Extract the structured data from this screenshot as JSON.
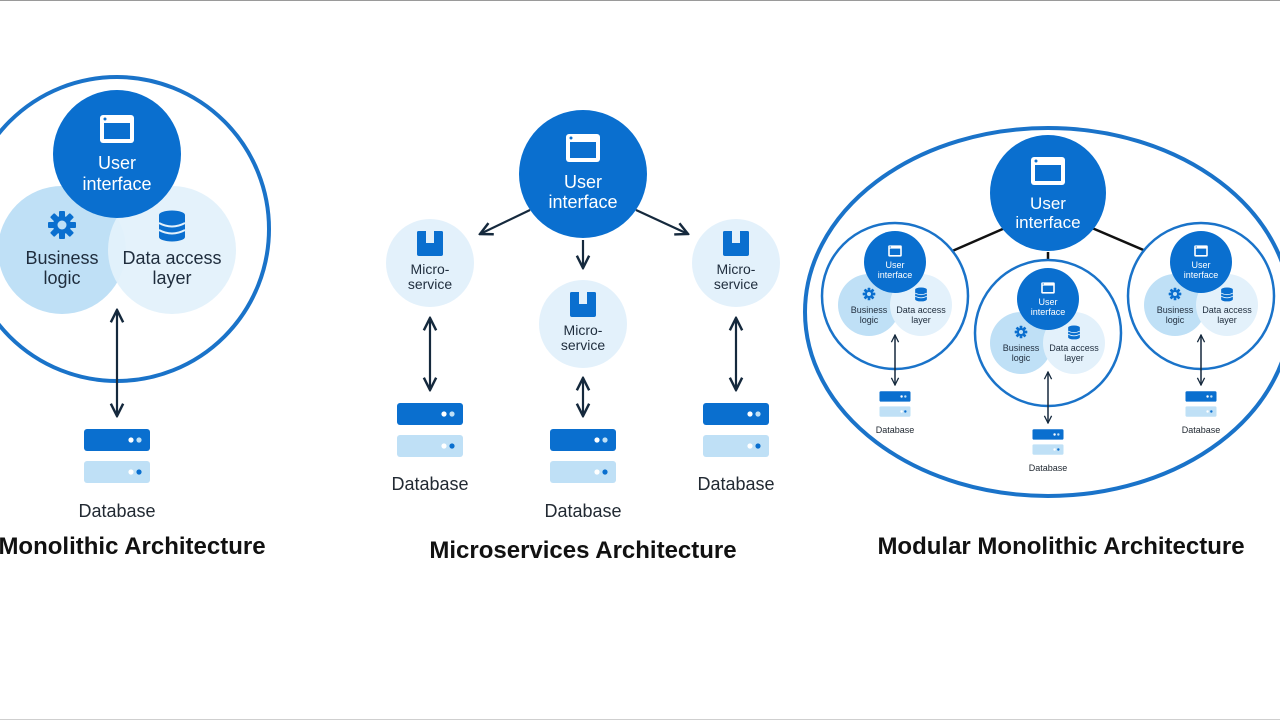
{
  "monolithic": {
    "title": "Monolithic Architecture",
    "ui_line1": "User",
    "ui_line2": "interface",
    "business_line1": "Business",
    "business_line2": "logic",
    "data_line1": "Data access",
    "data_line2": "layer",
    "database": "Database"
  },
  "microservices": {
    "title": "Microservices Architecture",
    "ui_line1": "User",
    "ui_line2": "interface",
    "service_line1": "Micro-",
    "service_line2": "service",
    "database": "Database"
  },
  "modular": {
    "title": "Modular Monolithic Architecture",
    "ui_line1": "User",
    "ui_line2": "interface",
    "module_ui_line1": "User",
    "module_ui_line2": "interface",
    "business_line1": "Business",
    "business_line2": "logic",
    "data_line1": "Data access",
    "data_line2": "layer",
    "database": "Database"
  },
  "colors": {
    "primary": "#0a6fcf",
    "light": "#bfe0f6",
    "lighter": "#e3f1fb",
    "arrow": "#15293d",
    "connector": "#111111"
  },
  "icons": [
    "window-icon",
    "gear-icon",
    "database-stack-icon",
    "box-icon",
    "server-icon"
  ]
}
